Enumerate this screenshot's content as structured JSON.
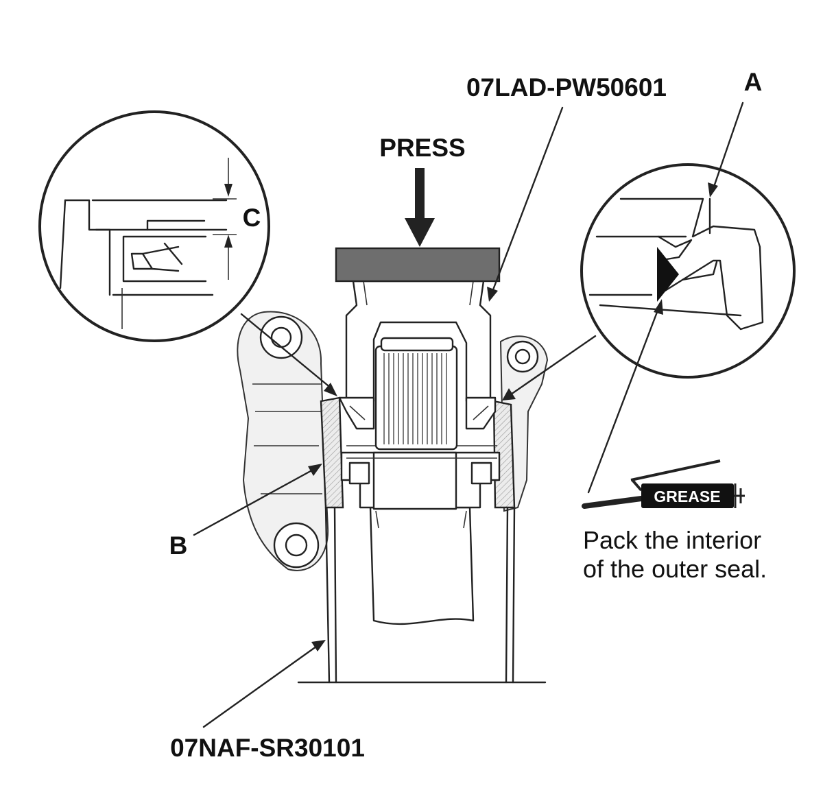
{
  "labels": {
    "press": "PRESS",
    "tool_top": "07LAD-PW50601",
    "tool_bottom": "07NAF-SR30101",
    "a": "A",
    "b": "B",
    "c": "C",
    "grease": "GREASE"
  },
  "note": {
    "line1": "Pack the interior",
    "line2": "of the outer seal."
  }
}
